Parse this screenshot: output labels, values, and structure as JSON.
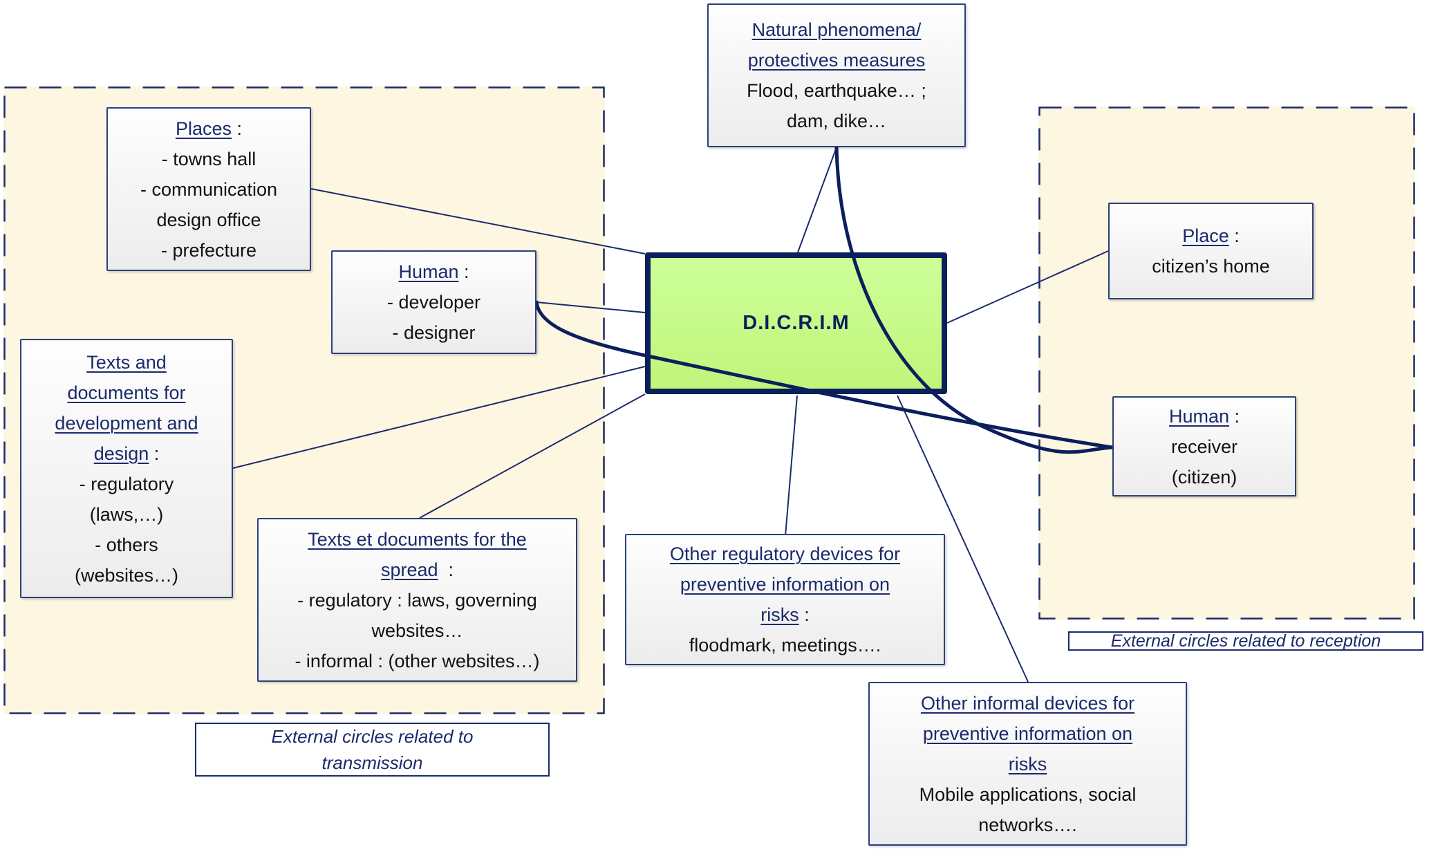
{
  "diagram": {
    "type": "concept-map",
    "center": {
      "label": "D.I.C.R.I.M"
    },
    "colors": {
      "center_fill": "#ccff99",
      "center_border": "#0b1f5c",
      "zone_fill": "#fdf6e0",
      "zone_border": "#1b2a6b",
      "heading_text": "#1b2a6b",
      "node_border": "#2a3f7c"
    },
    "zones": [
      {
        "id": "transmission",
        "caption_lines": [
          "External circles related to",
          "transmission"
        ]
      },
      {
        "id": "reception",
        "caption_lines": [
          "External circles related to reception"
        ]
      }
    ],
    "nodes": {
      "places": {
        "heading": "Places",
        "suffix": " :",
        "lines": [
          "- towns hall",
          "- communication",
          "design office",
          "- prefecture"
        ]
      },
      "human_dev": {
        "heading": "Human",
        "suffix": " :",
        "lines": [
          "- developer",
          "- designer"
        ]
      },
      "texts_dev": {
        "heading_lines": [
          "Texts and",
          "documents for",
          "development and",
          "design"
        ],
        "suffix": " :",
        "lines": [
          "- regulatory",
          "(laws,…)",
          "- others",
          "(websites…)"
        ]
      },
      "texts_spread": {
        "heading_lines": [
          "Texts et documents for the",
          "spread"
        ],
        "suffix": "  :",
        "lines": [
          "- regulatory : laws, governing",
          "websites…",
          "- informal : (other websites…)"
        ]
      },
      "natural": {
        "heading_lines": [
          "Natural phenomena/",
          "protectives measures"
        ],
        "lines": [
          "Flood, earthquake… ;",
          "dam, dike…"
        ]
      },
      "other_regulatory": {
        "heading_lines": [
          "Other regulatory devices for",
          "preventive information on",
          "risks"
        ],
        "suffix": " :",
        "lines": [
          "floodmark, meetings…."
        ]
      },
      "other_informal": {
        "heading_lines": [
          "Other informal devices for",
          "preventive information on",
          "risks"
        ],
        "lines": [
          "Mobile applications, social",
          "networks…."
        ]
      },
      "place_home": {
        "heading": "Place",
        "suffix": " :",
        "lines": [
          "citizen’s home"
        ]
      },
      "human_receiver": {
        "heading": "Human",
        "suffix": " :",
        "lines": [
          "receiver",
          "(citizen)"
        ]
      }
    },
    "edges": [
      {
        "from": "places",
        "to": "center",
        "style": "thin"
      },
      {
        "from": "human_dev",
        "to": "center",
        "style": "thin"
      },
      {
        "from": "texts_dev",
        "to": "center",
        "style": "thin"
      },
      {
        "from": "texts_spread",
        "to": "center",
        "style": "thin"
      },
      {
        "from": "natural",
        "to": "center",
        "style": "thin"
      },
      {
        "from": "center",
        "to": "other_regulatory",
        "style": "thin"
      },
      {
        "from": "center",
        "to": "other_informal",
        "style": "thin"
      },
      {
        "from": "center",
        "to": "place_home",
        "style": "thin"
      },
      {
        "from": "human_dev",
        "to": "human_receiver",
        "style": "thick-curve"
      },
      {
        "from": "natural",
        "to": "human_receiver",
        "style": "thick-curve"
      }
    ]
  }
}
